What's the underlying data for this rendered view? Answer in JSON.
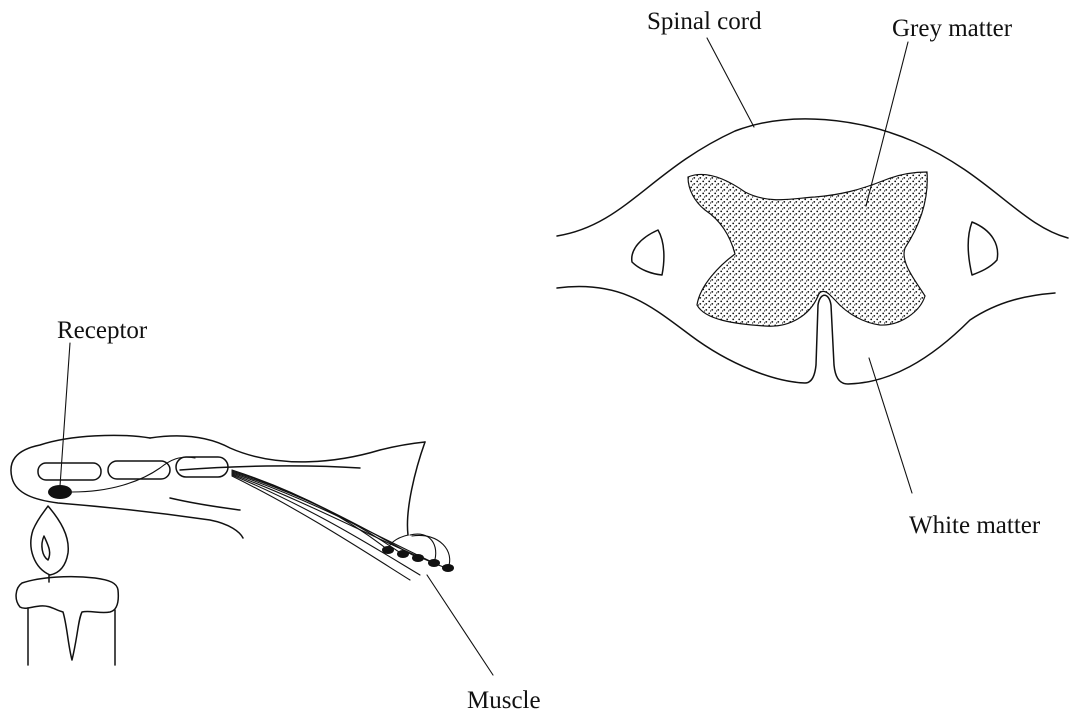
{
  "labels": {
    "receptor": "Receptor",
    "muscle": "Muscle",
    "spinal_cord": "Spinal cord",
    "grey_matter": "Grey matter",
    "white_matter": "White matter"
  },
  "colors": {
    "line": "#111111",
    "background": "#ffffff"
  }
}
